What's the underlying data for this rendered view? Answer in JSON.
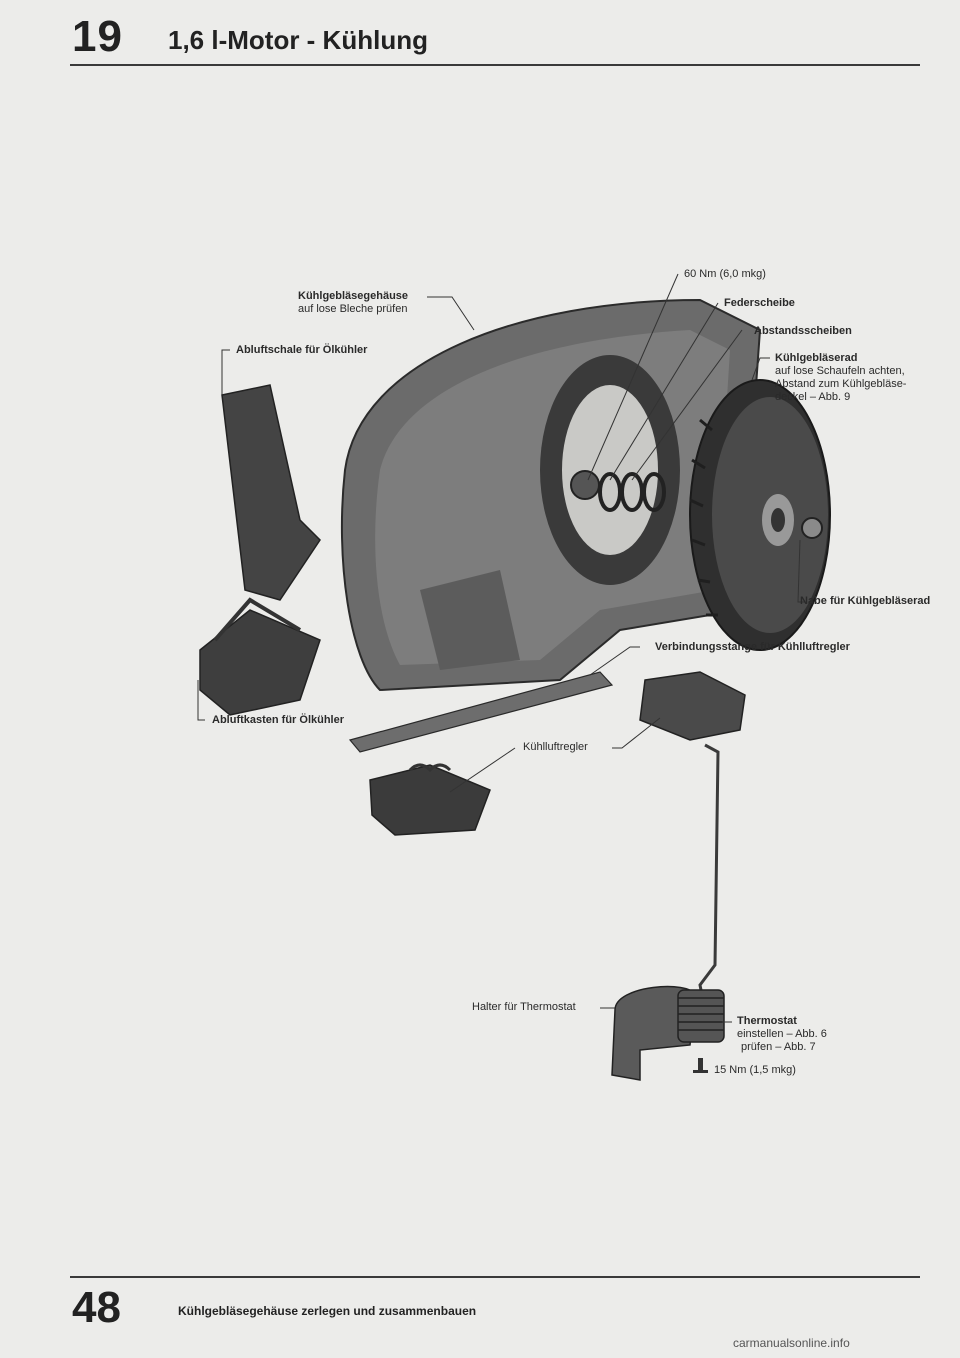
{
  "header": {
    "chapter": "19",
    "title": "1,6 l-Motor - Kühlung"
  },
  "footer": {
    "page": "48",
    "title": "Kühlgebläsegehäuse zerlegen und zusammenbauen",
    "watermark": "carmanualsonline.info"
  },
  "labels": {
    "nm60": "60 Nm (6,0 mkg)",
    "gehaeuse": "Kühlgebläsegehäuse",
    "gehaeuse_sub": "auf lose Bleche prüfen",
    "federscheibe": "Federscheibe",
    "abstand": "Abstandsscheiben",
    "abluftschale": "Abluftschale für Ölkühler",
    "geblaeserad": "Kühlgebläserad",
    "geblaeserad_sub1": "auf lose Schaufeln achten,",
    "geblaeserad_sub2": "Abstand zum Kühlgebläse-",
    "geblaeserad_sub3": "deckel – Abb. 9",
    "nabe": "Nabe für Kühlgebläserad",
    "verbindung": "Verbindungsstange für Kühlluftregler",
    "abluftkasten": "Abluftkasten für Ölkühler",
    "kuehlluftregler": "Kühlluftregler",
    "halter": "Halter für Thermostat",
    "thermostat": "Thermostat",
    "thermo_sub1": "einstellen – Abb. 6",
    "thermo_sub2": "prüfen – Abb. 7",
    "nm15": "15 Nm (1,5 mkg)"
  }
}
